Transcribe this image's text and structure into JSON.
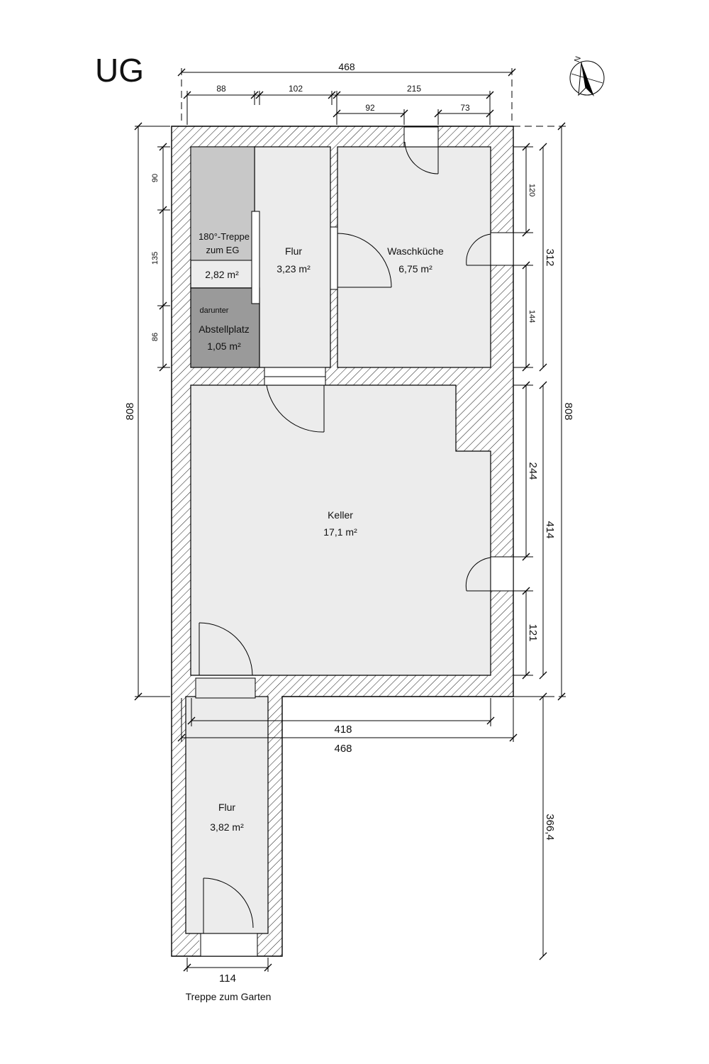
{
  "title": "UG",
  "compass": {
    "label": "N",
    "icon": "north-arrow-icon"
  },
  "colors": {
    "room": "#ececec",
    "stairs": "#c8c8c8",
    "storage": "#9a9a9a",
    "wall_hatch": "#000000"
  },
  "rooms": {
    "stairs": {
      "line1": "180°-Treppe",
      "line2": "zum EG",
      "area": "2,82 m²"
    },
    "storage": {
      "note": "darunter",
      "name": "Abstellplatz",
      "area": "1,05 m²"
    },
    "hall_upper": {
      "name": "Flur",
      "area": "3,23 m²"
    },
    "laundry": {
      "name": "Waschküche",
      "area": "6,75 m²"
    },
    "cellar": {
      "name": "Keller",
      "area": "17,1 m²"
    },
    "hall_lower": {
      "name": "Flur",
      "area": "3,82 m²"
    }
  },
  "dimensions": {
    "top_total": "468",
    "top_a": "88",
    "top_b": "102",
    "top_c": "215",
    "top_d": "92",
    "top_e": "73",
    "left_total": "808",
    "left_a": "90",
    "left_b": "135",
    "left_c": "86",
    "right_a": "120",
    "right_b": "144",
    "right_c": "312",
    "right_d": "244",
    "right_e": "121",
    "right_f": "414",
    "right_total": "808",
    "bottom_inner": "418",
    "bottom_outer": "468",
    "annex_height": "366,4",
    "annex_width": "114"
  },
  "footer": {
    "caption": "Treppe zum Garten"
  }
}
